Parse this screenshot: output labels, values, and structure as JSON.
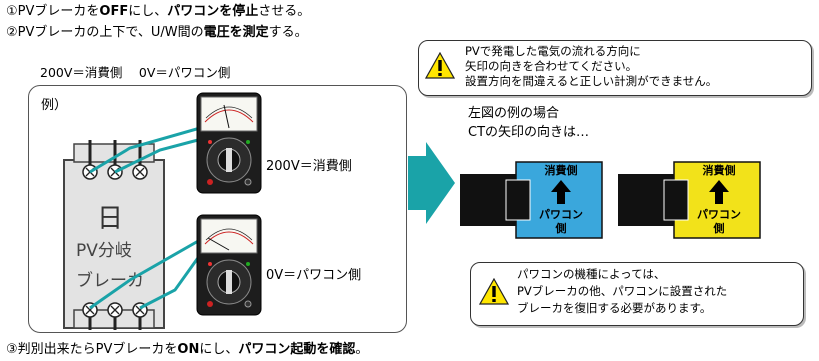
{
  "steps": {
    "step1_prefix": "①PVブレーカを",
    "step1_off": "OFF",
    "step1_mid": "にし、",
    "step1_bold": "パワコンを停止",
    "step1_suffix": "させる。",
    "step2_prefix": "②PVブレーカの上下で、U/W間の",
    "step2_bold1": "電圧を測定",
    "step2_suffix": "する。",
    "step3_prefix": "③判別出来たらPVブレーカを",
    "step3_on": "ON",
    "step3_mid": "にし、",
    "step3_bold": "パワコン起動を確認",
    "step3_suffix": "。"
  },
  "legend_line": "200V＝消費側　 0V＝パワコン側",
  "diagram": {
    "example_label": "例）",
    "top_reading": "200V＝消費側",
    "bottom_reading": "0V＝パワコン側",
    "breaker_symbol": "日",
    "breaker_line1": "PV分岐",
    "breaker_line2": "ブレーカ"
  },
  "warning1": {
    "line1": "PVで発電した電気の流れる方向に",
    "line2": "矢印の向きを合わせてください。",
    "line3": "設置方向を間違えると正しい計測ができません。"
  },
  "ct_example": {
    "line1": "左図の例の場合",
    "line2": "CTの矢印の向きは…",
    "ct1_top": "消費側",
    "ct1_bottom1": "パワコン",
    "ct1_bottom2": "側",
    "ct2_top": "消費側",
    "ct2_bottom1": "パワコン",
    "ct2_bottom2": "側"
  },
  "warning2": {
    "line1": "パワコンの機種によっては、",
    "line2": "PVブレーカの他、パワコンに設置された",
    "line3": "ブレーカを復旧する必要があります。"
  },
  "colors": {
    "teal": "#1aa3a8",
    "ct_blue": "#3aa7dc",
    "ct_yellow": "#f2e21a",
    "warn_yellow": "#ffe600"
  }
}
